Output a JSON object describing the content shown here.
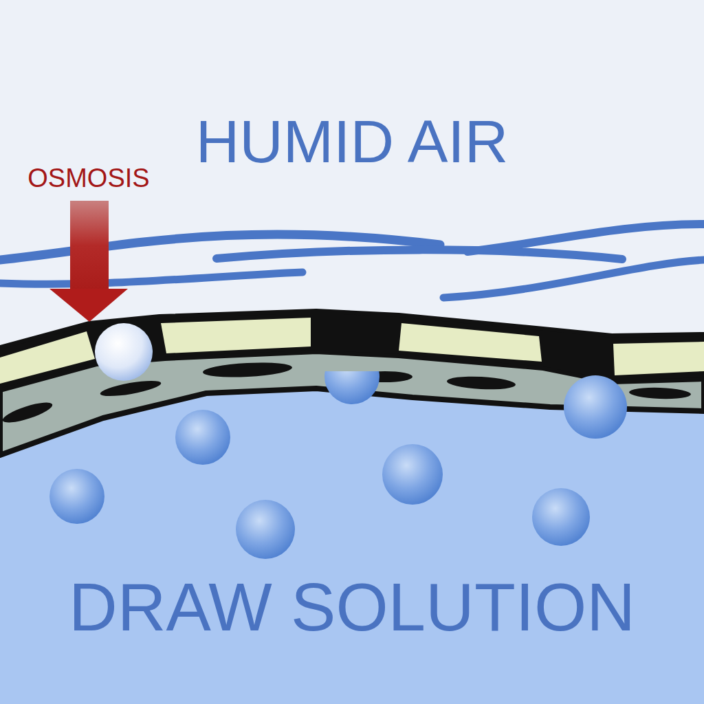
{
  "diagram": {
    "labels": [
      "HUMID AIR",
      "OSMOSIS",
      "DRAW SOLUTION"
    ]
  }
}
